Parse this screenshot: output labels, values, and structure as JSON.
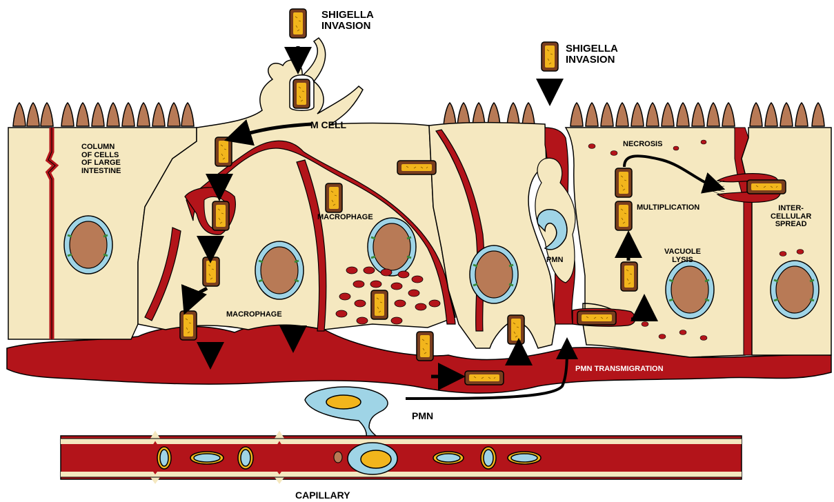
{
  "labels": {
    "invasion_1": "SHIGELLA\nINVASION",
    "invasion_2": "SHIGELLA\nINVASION",
    "m_cell": "M CELL",
    "column": "COLUMN\nOF CELLS\nOF LARGE\nINTESTINE",
    "macrophage_1": "MACROPHAGE",
    "macrophage_2": "MACROPHAGE",
    "pmn_inner": "PMN",
    "necrosis": "NECROSIS",
    "multiplication": "MULTIPLICATION",
    "intercellular": "INTER-\nCELLULAR\nSPREAD",
    "vacuole_lysis": "VACUOLE\nLYSIS",
    "pmn_transmigration": "PMN TRANSMIGRATION",
    "pmn_bottom": "PMN",
    "capillary": "CAPILLARY"
  },
  "colors": {
    "cell_fill": "#f5e8c0",
    "tissue_red": "#b3141a",
    "bacterium": "#f2b51c",
    "bacterium_edge": "#7a3e1e",
    "nucleus": "#b87a56",
    "nucleus_ring": "#9fd4e6",
    "pmn_blue": "#9fd4e6",
    "microvilli": "#b87a56"
  }
}
